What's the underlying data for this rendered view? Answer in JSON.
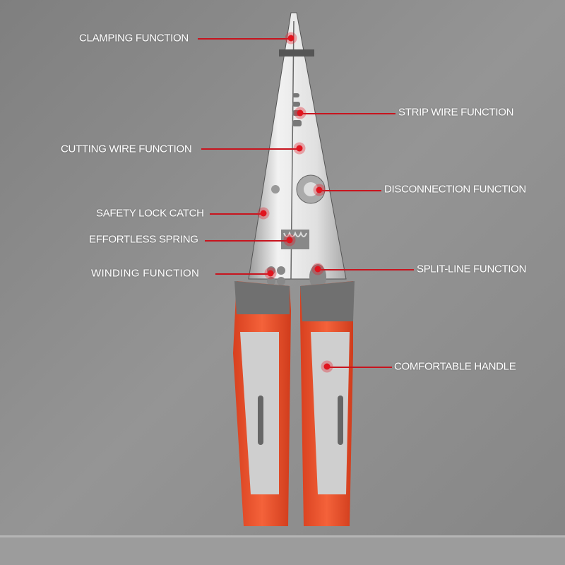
{
  "callouts": [
    {
      "label": "CLAMPING FUNCTION"
    },
    {
      "label": "STRIP WIRE FUNCTION"
    },
    {
      "label": "CUTTING WIRE FUNCTION"
    },
    {
      "label": "DISCONNECTION FUNCTION"
    },
    {
      "label": "SAFETY LOCK CATCH"
    },
    {
      "label": "EFFORTLESS SPRING"
    },
    {
      "label": "WINDING FUNCTION"
    },
    {
      "label": "SPLIT-LINE FUNCTION"
    },
    {
      "label": "COMFORTABLE HANDLE"
    }
  ],
  "colors": {
    "accent": "#e0141e",
    "handle_orange": "#f0502a",
    "handle_gray": "#c9c9c9",
    "background": "#8d8d8d"
  }
}
